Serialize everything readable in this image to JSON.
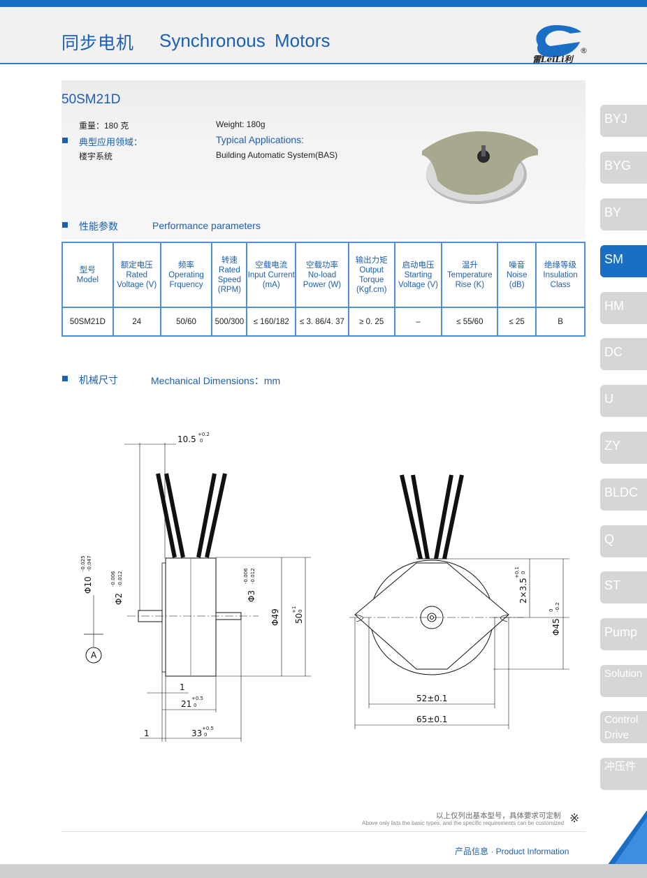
{
  "header": {
    "title_cn": "同步电机",
    "title_en": "Synchronous Motors",
    "logo_text": "雷LeiLi利",
    "registered_mark": "®"
  },
  "product": {
    "model": "50SM21D",
    "weight_cn": "重量：180 克",
    "weight_en": "Weight: 180g",
    "apps_label_cn": "典型应用领域：",
    "apps_label_en": "Typical Applications:",
    "apps_cn": "楼宇系统",
    "apps_en": "Building Automatic System(BAS)"
  },
  "sections": {
    "perf_cn": "性能参数",
    "perf_en": "Performance parameters",
    "mech_cn": "机械尺寸",
    "mech_en": "Mechanical Dimensions：mm"
  },
  "table": {
    "headers": [
      {
        "cn": "型号",
        "en": "Model"
      },
      {
        "cn": "额定电压",
        "en": "Rated Voltage (V)"
      },
      {
        "cn": "频率",
        "en": "Operating Frquency"
      },
      {
        "cn": "转速",
        "en": "Rated Speed (RPM)"
      },
      {
        "cn": "空载电流",
        "en": "Input Current (mA)"
      },
      {
        "cn": "空载功率",
        "en": "No-load Power (W)"
      },
      {
        "cn": "输出力矩",
        "en": "Output Torque (Kgf.cm)"
      },
      {
        "cn": "启动电压",
        "en": "Starting Voltage (V)"
      },
      {
        "cn": "温升",
        "en": "Temperature Rise (K)"
      },
      {
        "cn": "噪音",
        "en": "Noise (dB)"
      },
      {
        "cn": "绝缘等级",
        "en": "Insulation Class"
      }
    ],
    "row": [
      "50SM21D",
      "24",
      "50/60",
      "500/300",
      "≤ 160/182",
      "≤ 3. 86/4. 37",
      "≥ 0. 25",
      "–",
      "≤ 55/60",
      "≤ 25",
      "B"
    ]
  },
  "tabs": [
    "BYJ",
    "BYG",
    "BY",
    "SM",
    "HM",
    "DC",
    "U",
    "ZY",
    "BLDC",
    "Q",
    "ST",
    "Pump",
    "Solution",
    "Control Drive",
    "冲压件"
  ],
  "active_tab": "SM",
  "dims": {
    "d1": "10.5",
    "d1_tol_up": "+0.2",
    "d1_tol_low": "0",
    "shaft": "Φ10",
    "shaft_tol_up": "-0.025",
    "shaft_tol_low": "-0.047",
    "pin": "Φ2",
    "pin_tol_up": "-0.006",
    "pin_tol_low": "-0.012",
    "hub": "Φ3",
    "hub_tol_up": "-0.006",
    "hub_tol_low": "-0.012",
    "body": "Φ49",
    "height": "50",
    "height_tol_up": "+1",
    "height_tol_low": "0",
    "one_a": "1",
    "len21": "21",
    "len21_tol_up": "+0.5",
    "len21_tol_low": "0",
    "one_b": "1",
    "len33": "33",
    "len33_tol_up": "+0.5",
    "len33_tol_low": "0",
    "datum": "A",
    "holes": "2×3.5",
    "holes_tol_up": "+0.1",
    "holes_tol_low": "0",
    "dia45": "Φ45",
    "dia45_tol_up": "0",
    "dia45_tol_low": "-0.2",
    "span52": "52±0.1",
    "span65": "65±0.1"
  },
  "footer": {
    "note_cn": "以上仅列出基本型号，具体要求可定制",
    "note_en": "Above only lists the basic types, and the specific requirements can be customized",
    "ref_mark": "※",
    "nav": "产品信息  ·  Product  Information"
  }
}
